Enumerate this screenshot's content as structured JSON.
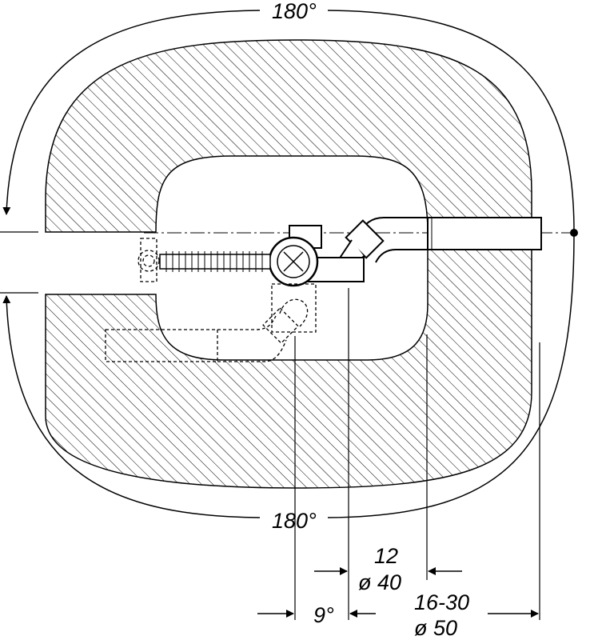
{
  "dimensions": {
    "rotation_top": "180°",
    "rotation_bottom": "180°",
    "offset_upper": "12",
    "diameter_upper": "ø 40",
    "offset_lower_angle": "9°",
    "offset_lower_range": "16-30",
    "diameter_lower": "ø 50"
  }
}
